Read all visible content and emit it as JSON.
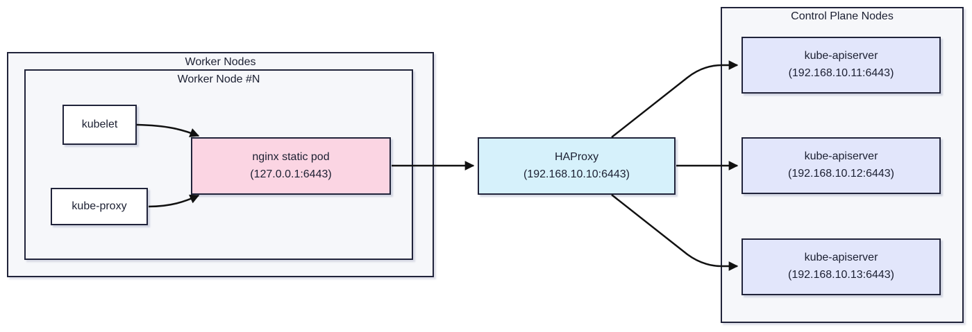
{
  "diagram": {
    "worker_nodes": {
      "title": "Worker Nodes",
      "node": {
        "title": "Worker Node #N",
        "kubelet_label": "kubelet",
        "kube_proxy_label": "kube-proxy",
        "nginx_pod": {
          "label": "nginx static pod",
          "address": "(127.0.0.1:6443)"
        }
      }
    },
    "haproxy": {
      "label": "HAProxy",
      "address": "(192.168.10.10:6443)"
    },
    "control_plane": {
      "title": "Control Plane Nodes",
      "servers": [
        {
          "label": "kube-apiserver",
          "address": "(192.168.10.11:6443)"
        },
        {
          "label": "kube-apiserver",
          "address": "(192.168.10.12:6443)"
        },
        {
          "label": "kube-apiserver",
          "address": "(192.168.10.13:6443)"
        }
      ]
    },
    "colors": {
      "border": "#20233a",
      "container_fill": "#f6f7fa",
      "plain_box_fill": "#ffffff",
      "nginx_pod_fill": "#fbd5e3",
      "haproxy_fill": "#d6f1fb",
      "apiserver_fill": "#e2e6fb",
      "arrow": "#111111",
      "text": "#1b1f31"
    }
  }
}
